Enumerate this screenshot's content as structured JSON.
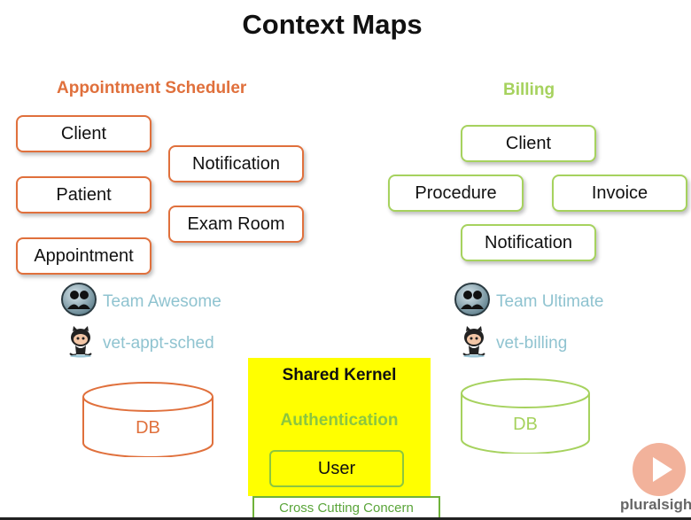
{
  "title": "Context Maps",
  "left": {
    "heading": "Appointment Scheduler",
    "boxes": [
      "Client",
      "Notification",
      "Patient",
      "Exam Room",
      "Appointment"
    ],
    "team": "Team Awesome",
    "repo": "vet-appt-sched",
    "db": "DB"
  },
  "right": {
    "heading": "Billing",
    "boxes": [
      "Client",
      "Procedure",
      "Invoice",
      "Notification"
    ],
    "team": "Team Ultimate",
    "repo": "vet-billing",
    "db": "DB"
  },
  "kernel": {
    "title": "Shared Kernel",
    "subtitle": "Authentication",
    "entity": "User",
    "footer": "Cross Cutting Concern"
  },
  "logo": "pluralsigh",
  "colors": {
    "orange": "#e0703c",
    "green": "#a6d25e",
    "kernel": "#ffff00",
    "team_text": "#8fc3d0"
  }
}
